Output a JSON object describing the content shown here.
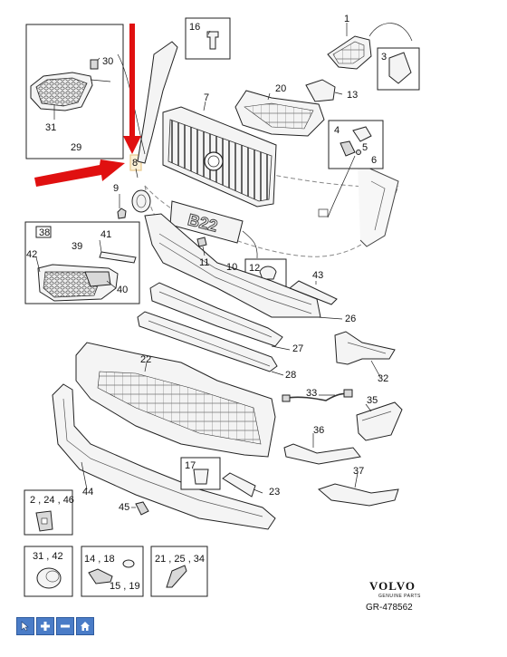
{
  "labels": {
    "p1": "1",
    "p3": "3",
    "p16": "16",
    "p30": "30",
    "p29": "29",
    "p31": "31",
    "p7": "7",
    "p20": "20",
    "p13": "13",
    "p4": "4",
    "p5": "5",
    "p6": "6",
    "p8": "8",
    "p9": "9",
    "p10": "10",
    "p11": "11",
    "p12": "12",
    "p22": "22",
    "p26": "26",
    "p27": "27",
    "p28": "28",
    "p32": "32",
    "p33": "33",
    "p35": "35",
    "p36": "36",
    "p37": "37",
    "p17": "17",
    "p23": "23",
    "p44": "44",
    "p45": "45",
    "p38": "38",
    "p39": "39",
    "p41": "41",
    "p42": "42",
    "p40": "40",
    "p43": "43",
    "box_2_24_46": "2 , 24 , 46",
    "box_31_42": "31 , 42",
    "box_14_18": "14 , 18",
    "box_15_19": "15 , 19",
    "box_21_25_34": "21 , 25 , 34"
  },
  "plate_text": "B22",
  "brand": {
    "name": "VOLVO",
    "tagline": "GENUINE PARTS",
    "reference": "GR-478562"
  },
  "toolbar": {
    "buttons": [
      "cursor-icon",
      "zoom-in-icon",
      "zoom-out-icon",
      "home-icon"
    ]
  },
  "colors": {
    "highlight_arrow": "#e01010",
    "highlight_box": "#e8c98a",
    "toolbar_button": "#4a7cc7"
  }
}
